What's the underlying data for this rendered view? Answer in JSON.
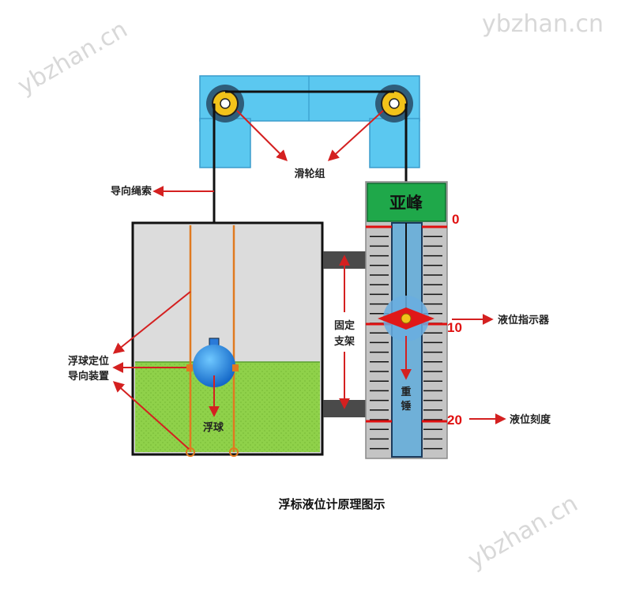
{
  "watermark": "ybzhan.cn",
  "brand": "亚峰",
  "labels": {
    "pulley_group": "滑轮组",
    "guide_rope": "导向绳索",
    "float_guide_1": "浮球定位",
    "float_guide_2": "导向装置",
    "float_ball": "浮球",
    "fixed_bracket_1": "固定",
    "fixed_bracket_2": "支架",
    "counterweight_1": "重",
    "counterweight_2": "锤",
    "level_indicator": "液位指示器",
    "level_scale": "液位刻度"
  },
  "scale_marks": [
    "0",
    "10",
    "20"
  ],
  "caption": "浮标液位计原理图示",
  "colors": {
    "pulley_frame": "#5bc8f0",
    "liquid": "#8fd14a",
    "tank_bg": "#dcdcdc",
    "brand_plate": "#1fa84a",
    "float": "#1e90e6",
    "arrow": "#d42020",
    "guide_rod": "#e07a20"
  }
}
